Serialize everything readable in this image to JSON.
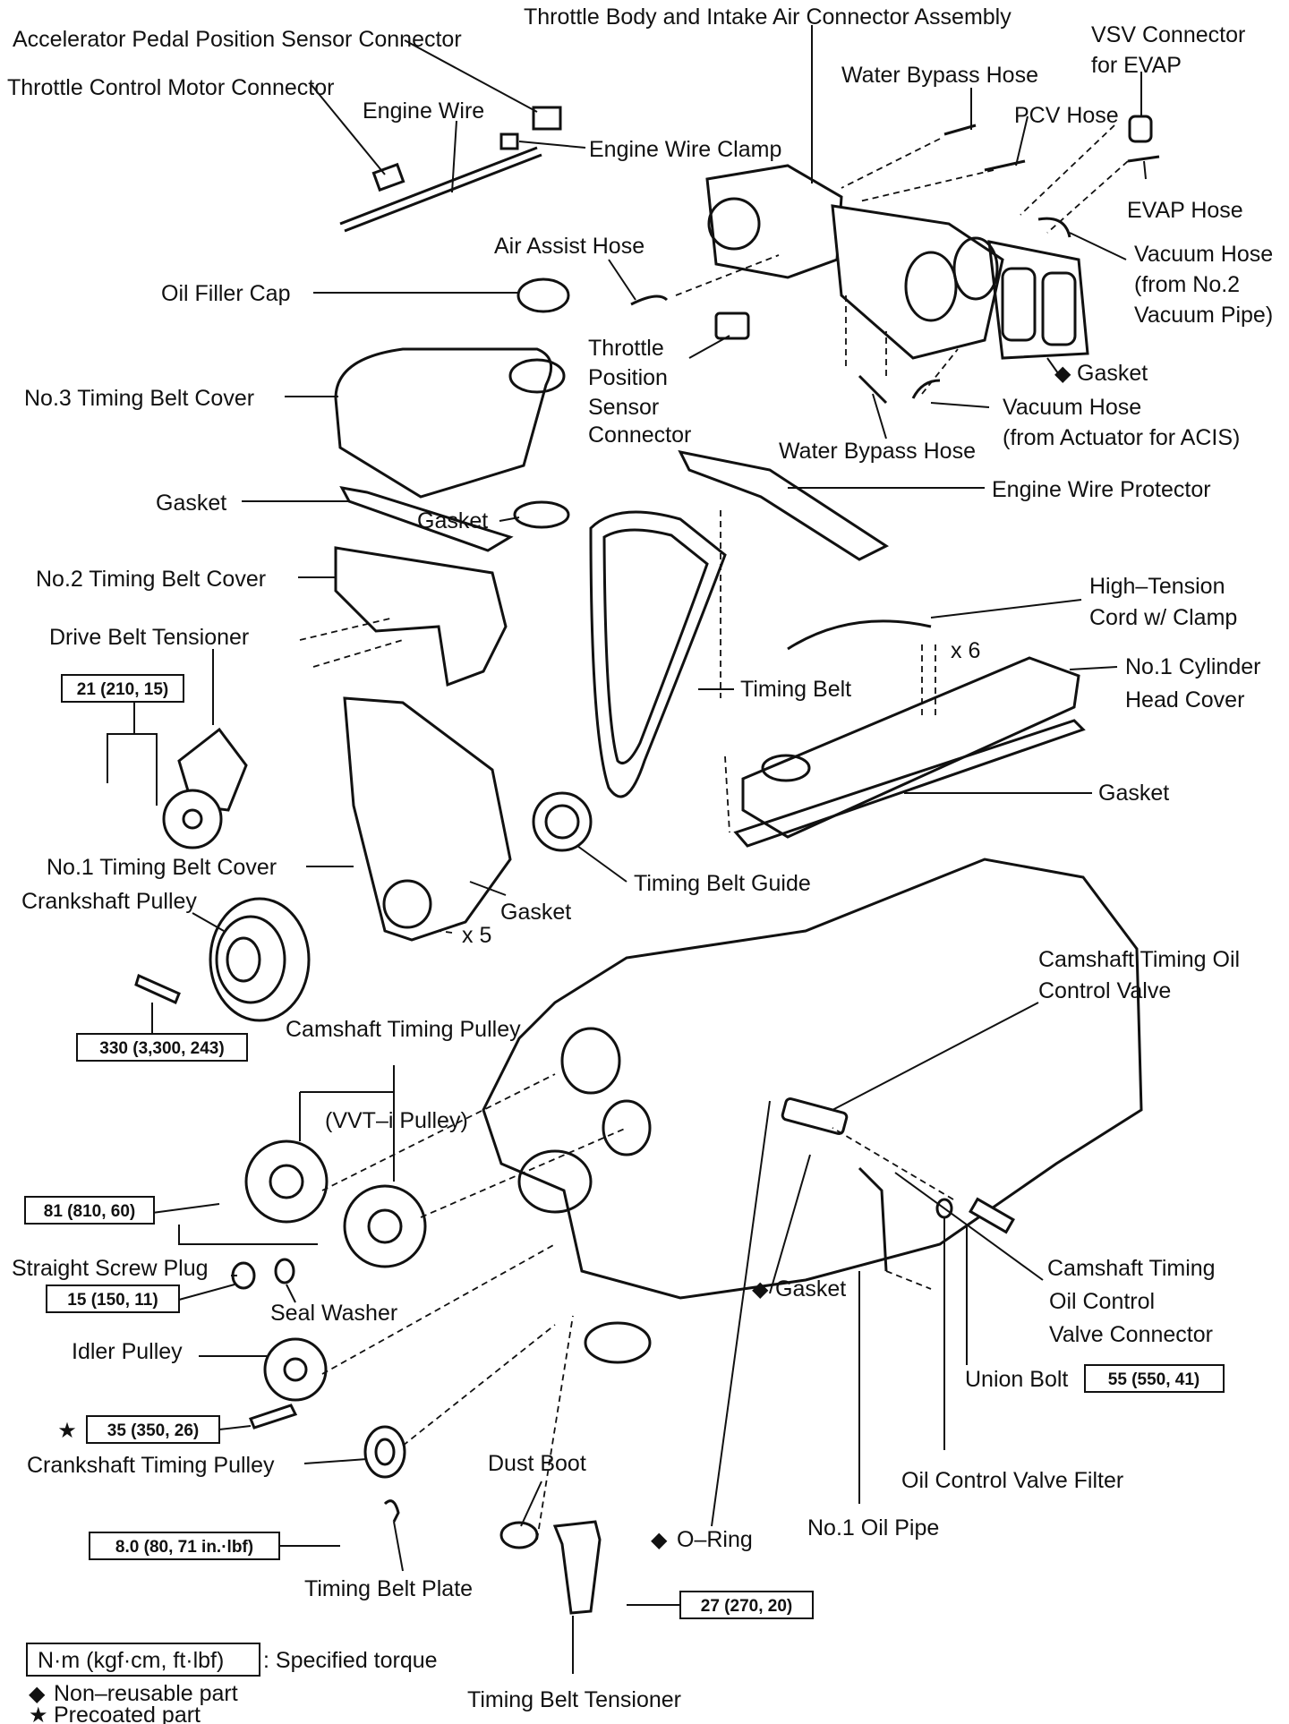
{
  "labels": {
    "accel_pedal_sensor_connector": "Accelerator Pedal Position Sensor Connector",
    "throttle_body_assembly": "Throttle Body and Intake Air Connector Assembly",
    "vsv_connector_l1": "VSV Connector",
    "vsv_connector_l2": "for EVAP",
    "throttle_control_motor_connector": "Throttle Control Motor Connector",
    "water_bypass_hose_top": "Water Bypass Hose",
    "engine_wire": "Engine Wire",
    "pcv_hose": "PCV Hose",
    "engine_wire_clamp": "Engine Wire Clamp",
    "evap_hose": "EVAP Hose",
    "air_assist_hose": "Air Assist Hose",
    "vacuum_hose_no2_l1": "Vacuum Hose",
    "vacuum_hose_no2_l2": "(from No.2",
    "vacuum_hose_no2_l3": "Vacuum Pipe)",
    "oil_filler_cap": "Oil Filler Cap",
    "tps_connector_l1": "Throttle",
    "tps_connector_l2": "Position",
    "tps_connector_l3": "Sensor",
    "tps_connector_l4": "Connector",
    "gasket_intake": "Gasket",
    "vacuum_hose_acis_l1": "Vacuum Hose",
    "vacuum_hose_acis_l2": "(from Actuator for ACIS)",
    "no3_timing_belt_cover": "No.3 Timing Belt Cover",
    "water_bypass_hose_bottom": "Water Bypass Hose",
    "engine_wire_protector": "Engine Wire Protector",
    "gasket_no3_cover": "Gasket",
    "gasket_small": "Gasket",
    "no2_timing_belt_cover": "No.2 Timing Belt Cover",
    "high_tension_cord_l1": "High–Tension",
    "high_tension_cord_l2": "Cord w/ Clamp",
    "drive_belt_tensioner": "Drive Belt Tensioner",
    "qty_x6": "x 6",
    "no1_cyl_head_cover_l1": "No.1 Cylinder",
    "no1_cyl_head_cover_l2": "Head Cover",
    "timing_belt": "Timing Belt",
    "gasket_head_cover": "Gasket",
    "no1_timing_belt_cover": "No.1 Timing Belt Cover",
    "crankshaft_pulley": "Crankshaft Pulley",
    "timing_belt_guide": "Timing Belt Guide",
    "gasket_no1_cover": "Gasket",
    "qty_x5": "x 5",
    "camshaft_ocv_l1": "Camshaft Timing Oil",
    "camshaft_ocv_l2": "Control Valve",
    "camshaft_timing_pulley": "Camshaft Timing Pulley",
    "vvti_pulley": "(VVT–i Pulley)",
    "straight_screw_plug": "Straight Screw Plug",
    "camshaft_ocv_connector_l1": "Camshaft Timing",
    "camshaft_ocv_connector_l2": "Oil Control",
    "camshaft_ocv_connector_l3": "Valve Connector",
    "seal_washer": "Seal Washer",
    "gasket_oil_pipe": "Gasket",
    "idler_pulley": "Idler Pulley",
    "union_bolt": "Union Bolt",
    "crankshaft_timing_pulley": "Crankshaft Timing Pulley",
    "oil_control_valve_filter": "Oil Control Valve Filter",
    "dust_boot": "Dust Boot",
    "no1_oil_pipe": "No.1 Oil Pipe",
    "o_ring": "O–Ring",
    "timing_belt_plate": "Timing Belt Plate",
    "timing_belt_tensioner": "Timing Belt Tensioner"
  },
  "torques": {
    "drive_belt_tensioner": "21 (210, 15)",
    "crankshaft_pulley": "330 (3,300, 243)",
    "camshaft_timing_pulley": "81 (810, 60)",
    "straight_screw_plug": "15 (150, 11)",
    "idler_pulley": "35 (350, 26)",
    "timing_belt_plate": "8.0 (80, 71 in.·lbf)",
    "timing_belt_tensioner": "27 (270, 20)",
    "union_bolt": "55 (550, 41)"
  },
  "legend": {
    "torque_box": "N·m (kgf·cm, ft·lbf)",
    "torque_desc": ": Specified torque",
    "non_reusable": "Non–reusable part",
    "precoated": "Precoated part"
  },
  "symbols": {
    "diamond": "◆",
    "star": "★"
  }
}
